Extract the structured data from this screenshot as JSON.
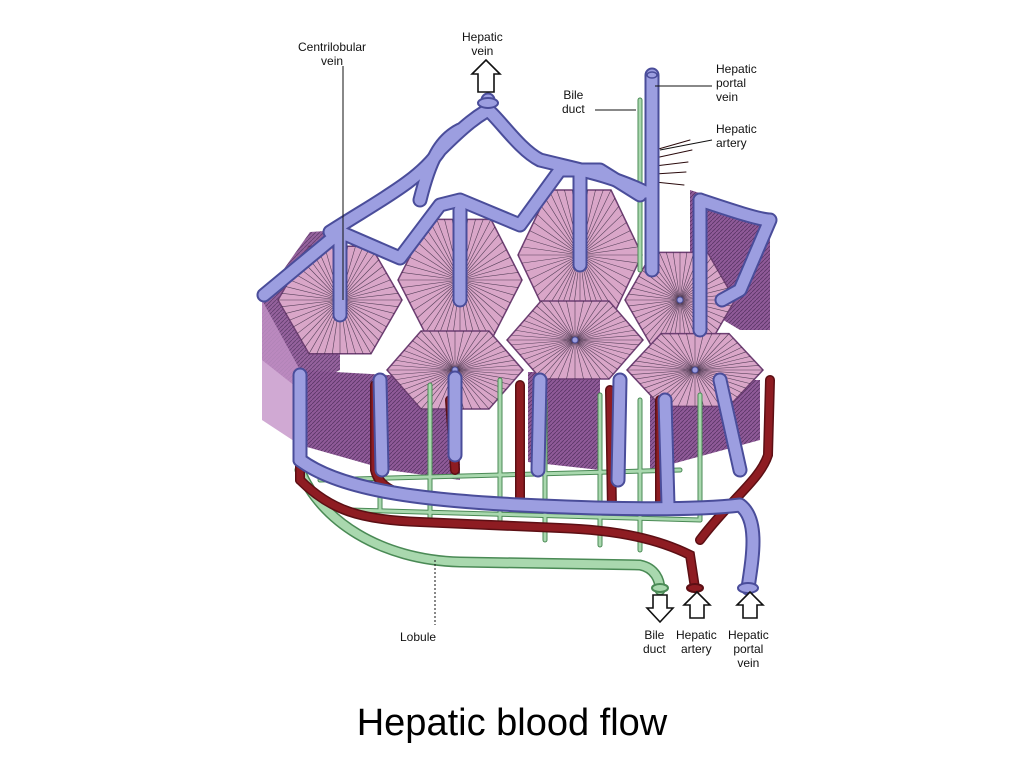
{
  "slide": {
    "title": "Hepatic blood flow"
  },
  "labels": {
    "centrilobular_vein": [
      "Centrilobular",
      "vein"
    ],
    "hepatic_vein_top": [
      "Hepatic",
      "vein"
    ],
    "bile_duct_top": [
      "Bile",
      "duct"
    ],
    "hepatic_portal_vein_top": [
      "Hepatic",
      "portal",
      "vein"
    ],
    "hepatic_artery_top": [
      "Hepatic",
      "artery"
    ],
    "lobule": "Lobule",
    "bile_duct_bottom": [
      "Bile",
      "duct"
    ],
    "hepatic_artery_bottom": [
      "Hepatic",
      "artery"
    ],
    "hepatic_portal_vein_bottom": [
      "Hepatic",
      "portal",
      "vein"
    ]
  },
  "colors": {
    "vein": "#9c9ee0",
    "vein_edge": "#4a4d9a",
    "artery": "#8e1c22",
    "bile": "#a9d8ae",
    "bile_edge": "#4a8a55",
    "lobule_face": "#d9a6c8",
    "side_face": "#9a5f9f",
    "radial_lines": "#2a1f35"
  }
}
